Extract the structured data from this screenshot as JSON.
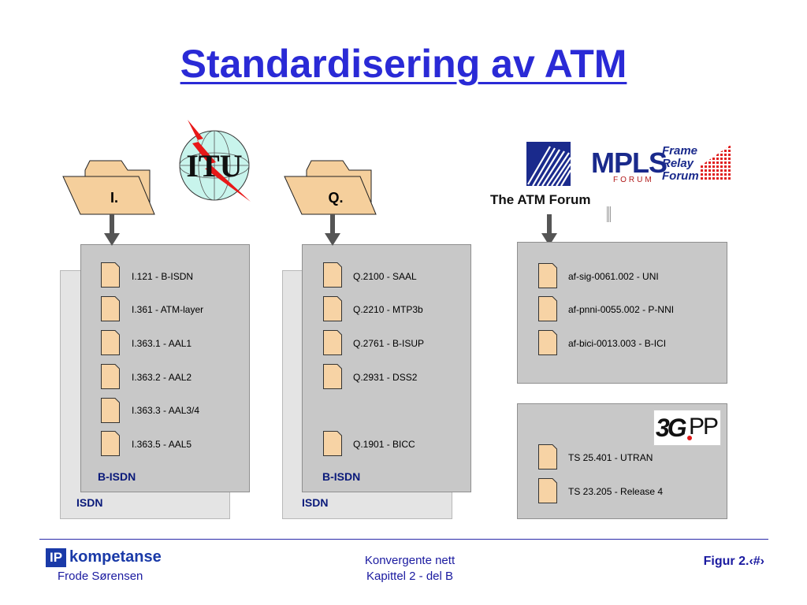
{
  "title": "Standardisering av ATM",
  "itu": {
    "folder_label": "I.",
    "logo_text": "ITU",
    "items": [
      {
        "label": "I.121 - B-ISDN"
      },
      {
        "label": "I.361 - ATM-layer"
      },
      {
        "label": "I.363.1 - AAL1"
      },
      {
        "label": "I.363.2 - AAL2"
      },
      {
        "label": "I.363.3 - AAL3/4"
      },
      {
        "label": "I.363.5 - AAL5"
      }
    ],
    "front_label": "B-ISDN",
    "back_label": "ISDN"
  },
  "q": {
    "folder_label": "Q.",
    "items": [
      {
        "label": "Q.2100 - SAAL"
      },
      {
        "label": "Q.2210 - MTP3b"
      },
      {
        "label": "Q.2761 - B-ISUP"
      },
      {
        "label": "Q.2931 - DSS2"
      },
      {
        "label": "Q.1901 - BICC"
      }
    ],
    "front_label": "B-ISDN",
    "back_label": "ISDN"
  },
  "forums": {
    "atm_forum_caption": "The ATM Forum",
    "mpls_text": "MPLS",
    "mpls_sub": "FORUM",
    "frame_relay_lines": [
      "Frame",
      "Relay",
      "Forum"
    ],
    "items": [
      {
        "label": "af-sig-0061.002 - UNI"
      },
      {
        "label": "af-pnni-0055.002 - P-NNI"
      },
      {
        "label": "af-bici-0013.003 - B-ICI"
      }
    ]
  },
  "gpp": {
    "logo_text": "3G",
    "logo_suffix": "PP",
    "items": [
      {
        "label": "TS 25.401 - UTRAN"
      },
      {
        "label": "TS 23.205 - Release 4"
      }
    ]
  },
  "footer": {
    "brand_badge": "IP",
    "brand_name": "kompetanse",
    "author": "Frode Sørensen",
    "center_line1": "Konvergente nett",
    "center_line2": "Kapittel 2 - del B",
    "figure": "Figur 2.‹#›"
  },
  "colors": {
    "title": "#2a2ad6",
    "folder_fill": "#f5cf9c",
    "doc_fill": "#f7d3a5",
    "arrow": "#555555",
    "label_blue": "#0a1a7a"
  }
}
